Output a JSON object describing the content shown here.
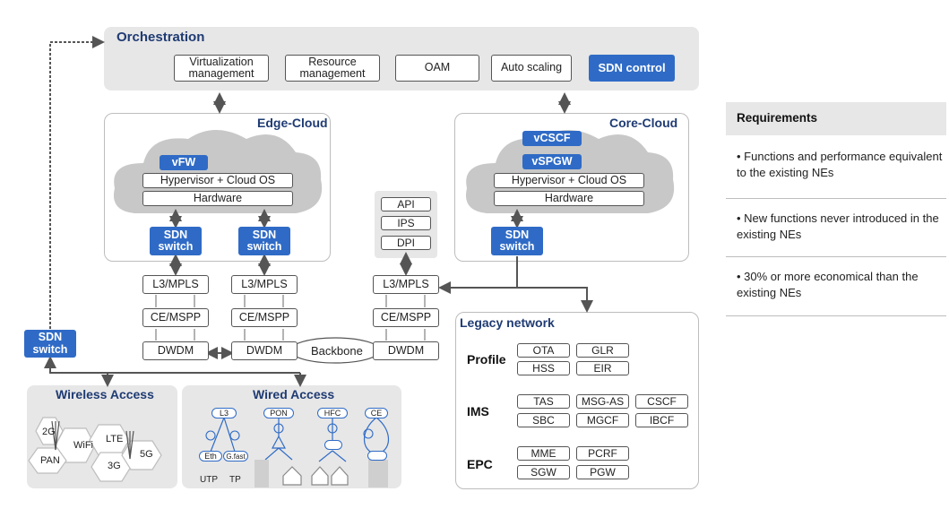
{
  "orchestration": {
    "title": "Orchestration",
    "items": [
      "Virtualization management",
      "Resource management",
      "OAM",
      "Auto scaling"
    ],
    "sdn_control": "SDN control"
  },
  "edge_cloud": {
    "title": "Edge-Cloud",
    "vfw": "vFW",
    "hypervisor": "Hypervisor + Cloud OS",
    "hardware": "Hardware",
    "sdn_switch": "SDN switch"
  },
  "core_cloud": {
    "title": "Core-Cloud",
    "vcscf": "vCSCF",
    "vspgw": "vSPGW",
    "hypervisor": "Hypervisor + Cloud OS",
    "hardware": "Hardware",
    "sdn_switch": "SDN switch"
  },
  "services": [
    "API",
    "IPS",
    "DPI"
  ],
  "transport": {
    "l3": "L3/MPLS",
    "ce": "CE/MSPP",
    "dwdm": "DWDM",
    "backbone": "Backbone"
  },
  "access_switch": "SDN switch",
  "wireless_access": {
    "title": "Wireless Access",
    "cells": [
      "2G",
      "WiFi",
      "LTE",
      "PAN",
      "3G",
      "5G"
    ]
  },
  "wired_access": {
    "title": "Wired Access",
    "nodes": [
      "L3",
      "PON",
      "HFC",
      "CE"
    ],
    "eth": "Eth",
    "gfast": "G.fast",
    "utp": "UTP",
    "tp": "TP"
  },
  "legacy": {
    "title": "Legacy network",
    "groups": [
      {
        "name": "Profile",
        "items": [
          "OTA",
          "GLR",
          "HSS",
          "EIR"
        ]
      },
      {
        "name": "IMS",
        "items": [
          "TAS",
          "MSG-AS",
          "CSCF",
          "SBC",
          "MGCF",
          "IBCF"
        ]
      },
      {
        "name": "EPC",
        "items": [
          "MME",
          "PCRF",
          "SGW",
          "PGW"
        ]
      }
    ]
  },
  "requirements": {
    "title": "Requirements",
    "items": [
      "Functions and performance equivalent to the existing NEs",
      "New functions never introduced in the existing NEs",
      "30% or more economical than the existing NEs"
    ]
  },
  "colors": {
    "accent": "#2f6bc6",
    "title": "#1f3b73",
    "panel": "#e7e7e7",
    "cloud": "#c8c8c8"
  }
}
